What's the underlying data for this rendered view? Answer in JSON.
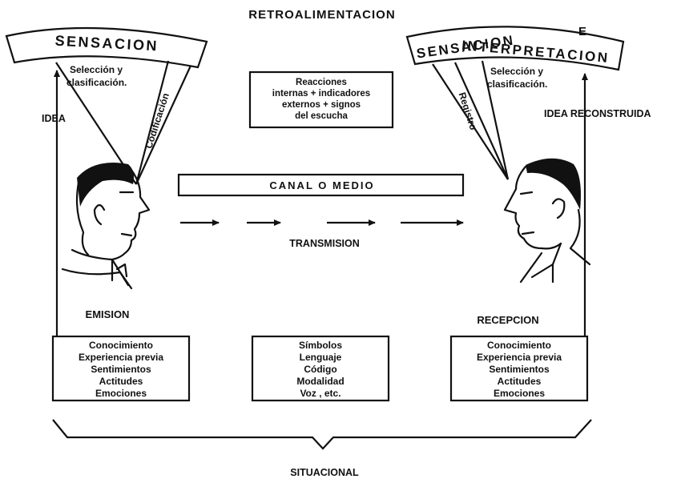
{
  "feedback": {
    "title": "RETROALIMENTACION",
    "lines": [
      "Reacciones",
      "internas + indicadores",
      "externos + signos",
      "del escucha"
    ]
  },
  "sender": {
    "arc_label": "SENSACION",
    "selection_lines": [
      "Selección y",
      "clasificación."
    ],
    "codification": "Codificación",
    "idea": "IDEA",
    "label": "EMISION",
    "items": [
      "Conocimiento",
      "Experiencia previa",
      "Sentimientos",
      "Actitudes",
      "Emociones"
    ]
  },
  "receiver": {
    "arc_line1": "SENSACION",
    "arc_e": "E",
    "arc_line2": "INTERPRETACION",
    "selection_lines": [
      "Selección y",
      "clasificación."
    ],
    "registro": "Registro",
    "idea": "IDEA RECONSTRUIDA",
    "label": "RECEPCION",
    "items": [
      "Conocimiento",
      "Experiencia previa",
      "Sentimientos",
      "Actitudes",
      "Emociones"
    ]
  },
  "channel": {
    "title": "CANAL O MEDIO",
    "transmission": "TRANSMISION",
    "items": [
      "Símbolos",
      "Lenguaje",
      "Código",
      "Modalidad",
      "Voz , etc."
    ]
  },
  "context": "SITUACIONAL"
}
